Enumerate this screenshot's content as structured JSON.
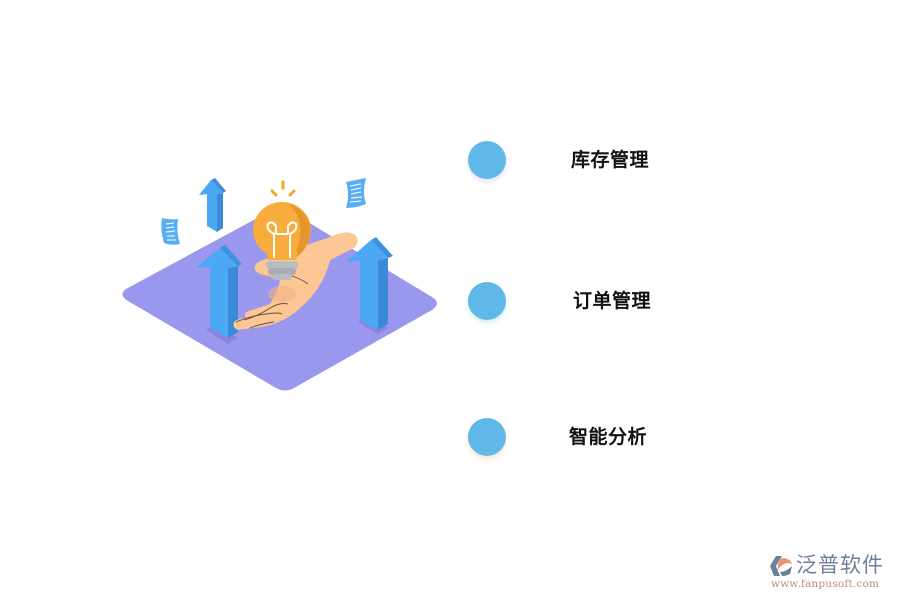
{
  "illustration": {
    "subject": "hand-holding-lightbulb-on-isometric-platform",
    "colors": {
      "platform": "#9a97ee",
      "arrow": "#4aa8f5",
      "arrow_side": "#3d8fe0",
      "bulb": "#f7ac3c",
      "bulb_shade": "#e6952a",
      "bulb_base": "#b9bcc2",
      "hand": "#fcc795",
      "paper": "#57aef2"
    }
  },
  "features": {
    "items": [
      {
        "label": "库存管理",
        "dot_color": "#5fb8e8"
      },
      {
        "label": "订单管理",
        "dot_color": "#5fb8e8"
      },
      {
        "label": "智能分析",
        "dot_color": "#5fb8e8"
      }
    ]
  },
  "brand": {
    "name": "泛普软件",
    "url": "www.fanpusoft.com",
    "logo_colors": {
      "primary": "#6d7f9a",
      "accent": "#e8956b"
    }
  }
}
